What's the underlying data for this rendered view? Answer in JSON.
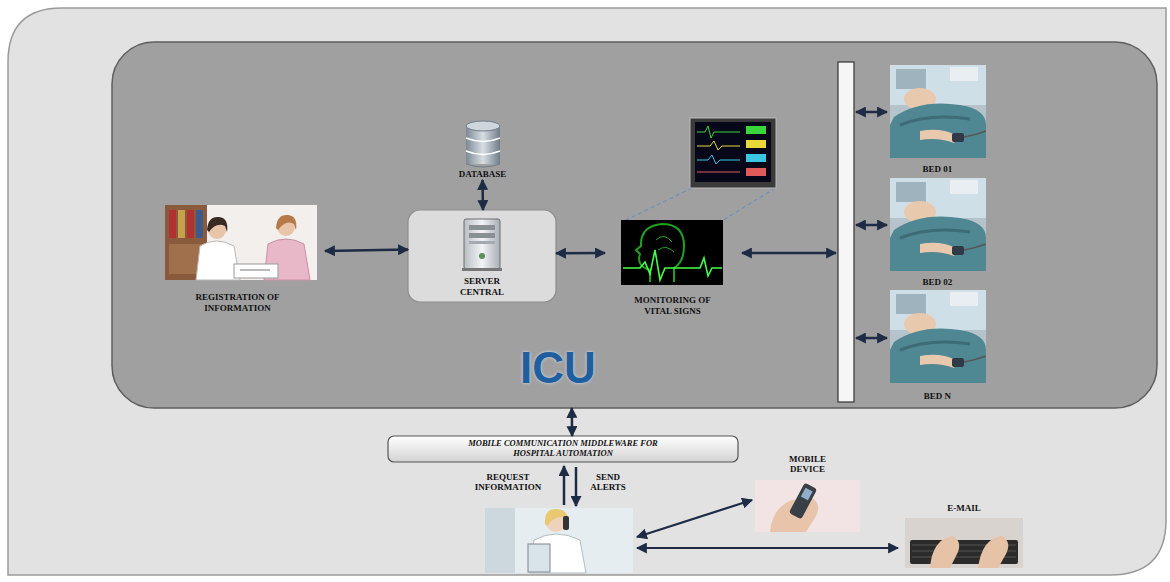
{
  "diagram": {
    "nodes": [
      {
        "text": [
          "ICU"
        ]
      },
      {
        "text": [
          "DATABASE"
        ],
        "in": 0
      },
      {
        "text": [
          "REGISTRATION OF INFORMATION"
        ],
        "in": 0
      },
      {
        "text": [
          "SERVER CENTRAL"
        ],
        "in": 0
      },
      {
        "text": [
          "MONITORING OF VITAL SIGNS"
        ],
        "in": 0
      },
      {
        "text": [
          "BED 01"
        ],
        "in": 0
      },
      {
        "text": [
          "BED  02"
        ],
        "in": 0
      },
      {
        "text": [
          "BED N"
        ],
        "in": 0
      },
      {
        "text": [
          "MOBILE COMMUNICATION MIDDLEWARE FOR HOSPITAL AUTOMATION"
        ]
      },
      {
        "text": [
          "MOBILE DEVICE"
        ]
      },
      {
        "text": [
          "E-MAIL"
        ]
      }
    ],
    "edges": [
      {
        "from": 2,
        "to": 3,
        "arrow": "both"
      },
      {
        "from": 1,
        "to": 3,
        "arrow": "both"
      },
      {
        "from": 3,
        "to": 4,
        "arrow": "both"
      },
      {
        "from": 0,
        "to": 8,
        "arrow": "both"
      }
    ],
    "labels": [
      "REQUEST INFORMATION",
      "SEND ALERTS"
    ]
  }
}
